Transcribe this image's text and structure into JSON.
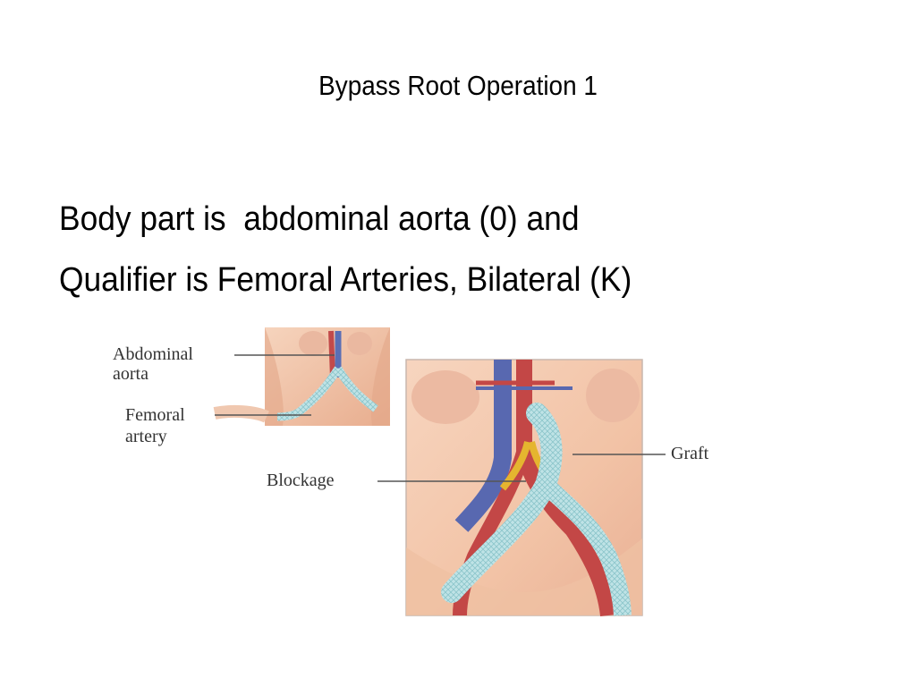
{
  "slide": {
    "title": "Bypass Root Operation 1",
    "body_lines": [
      "Body part is  abdominal aorta (0) and",
      "Qualifier is Femoral Arteries, Bilateral (K)"
    ]
  },
  "illustration": {
    "labels": {
      "abdominal_aorta_1": "Abdominal",
      "abdominal_aorta_2": "aorta",
      "femoral_artery_1": "Femoral",
      "femoral_artery_2": "artery",
      "blockage": "Blockage",
      "graft": "Graft"
    }
  }
}
